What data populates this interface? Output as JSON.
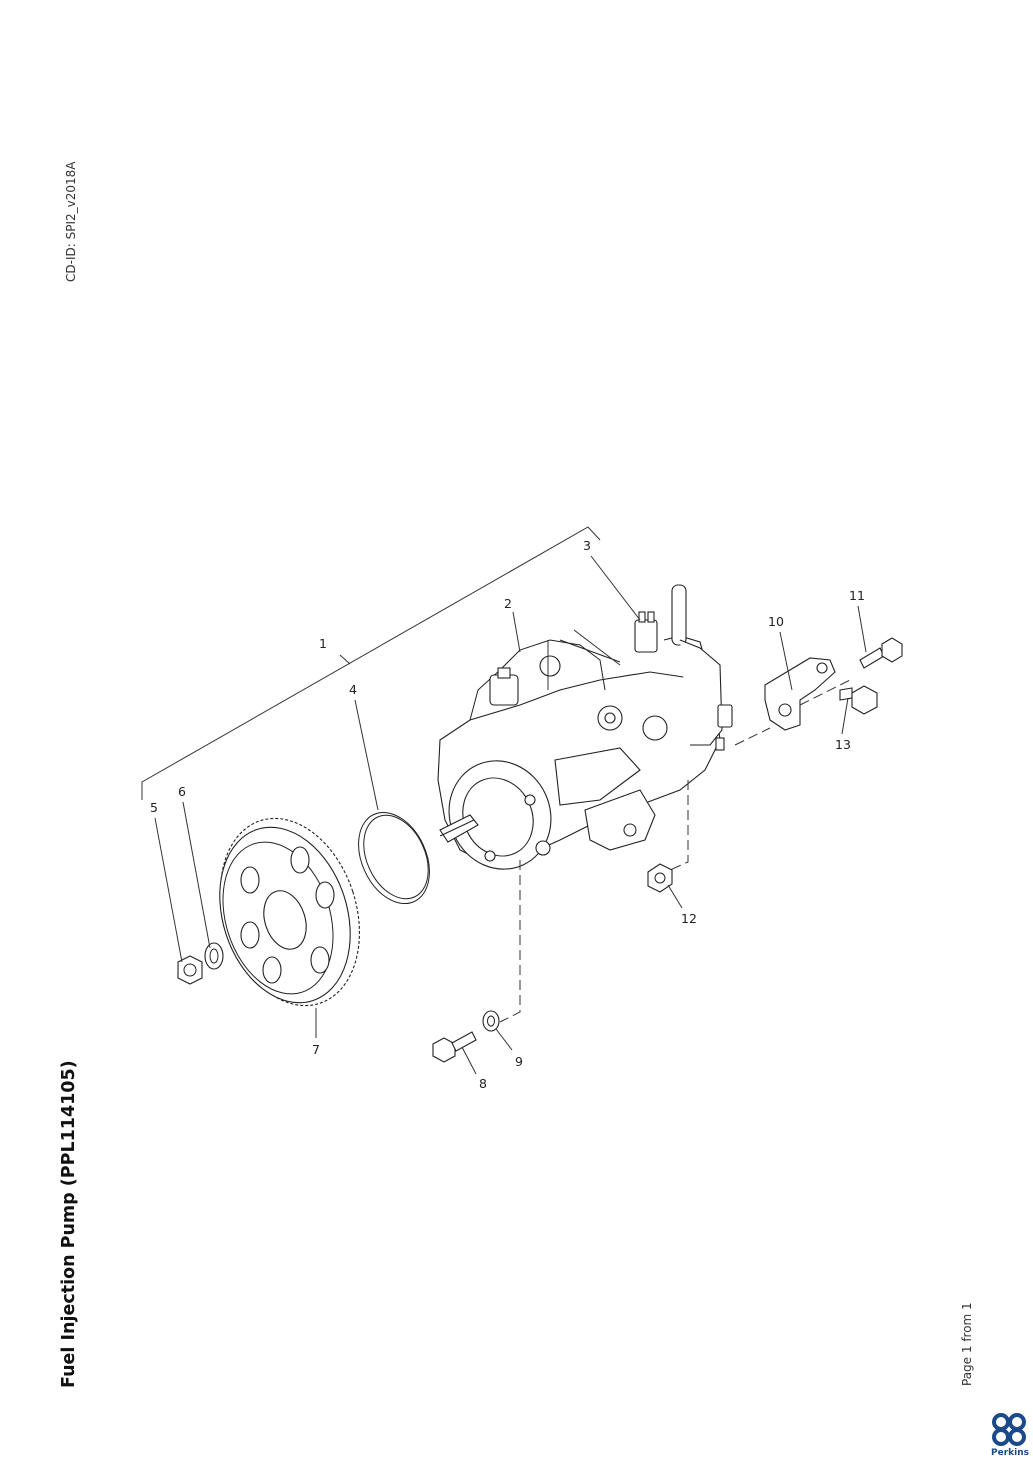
{
  "document": {
    "cd_id": "CD-ID: SPI2_v2018A",
    "title": "Fuel Injection Pump (PPL114105)",
    "page_info": "Page 1 from 1",
    "logo_text": "Perkins"
  },
  "callouts": [
    "1",
    "2",
    "3",
    "4",
    "5",
    "6",
    "7",
    "8",
    "9",
    "10",
    "11",
    "12",
    "13"
  ]
}
